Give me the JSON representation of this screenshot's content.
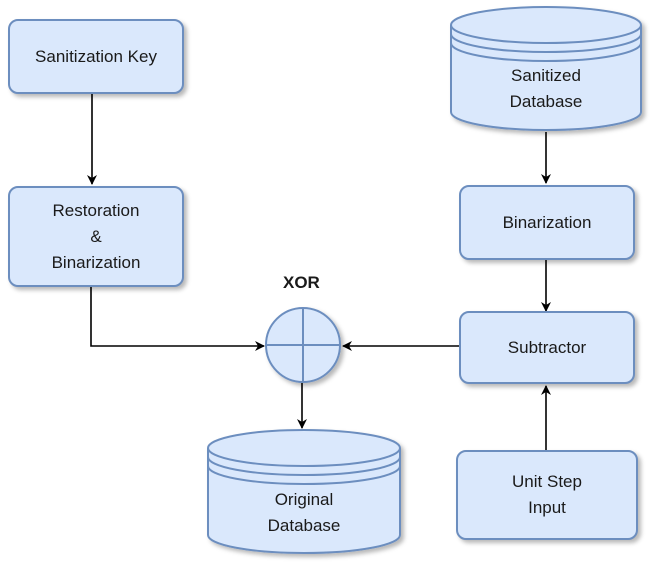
{
  "nodes": {
    "sanitization_key": "Sanitization Key",
    "restoration": {
      "line1": "Restoration",
      "line2": "&",
      "line3": "Binarization"
    },
    "sanitized_db": {
      "line1": "Sanitized",
      "line2": "Database"
    },
    "binarization": "Binarization",
    "subtractor": "Subtractor",
    "unit_step": {
      "line1": "Unit Step",
      "line2": "Input"
    },
    "original_db": {
      "line1": "Original",
      "line2": "Database"
    },
    "xor": "XOR"
  },
  "colors": {
    "fill": "#dae8fc",
    "stroke": "#6c8ebf",
    "arrow": "#000000"
  }
}
